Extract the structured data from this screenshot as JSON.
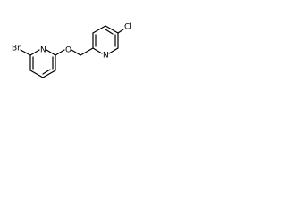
{
  "molecule": {
    "atoms": {
      "br": {
        "label": "Br"
      },
      "n_left": {
        "label": "N"
      },
      "o": {
        "label": "O"
      },
      "n_right": {
        "label": "N"
      },
      "cl": {
        "label": "Cl"
      }
    }
  },
  "colors": {
    "bond": "#000000",
    "label": "#000000",
    "background": "#ffffff"
  }
}
